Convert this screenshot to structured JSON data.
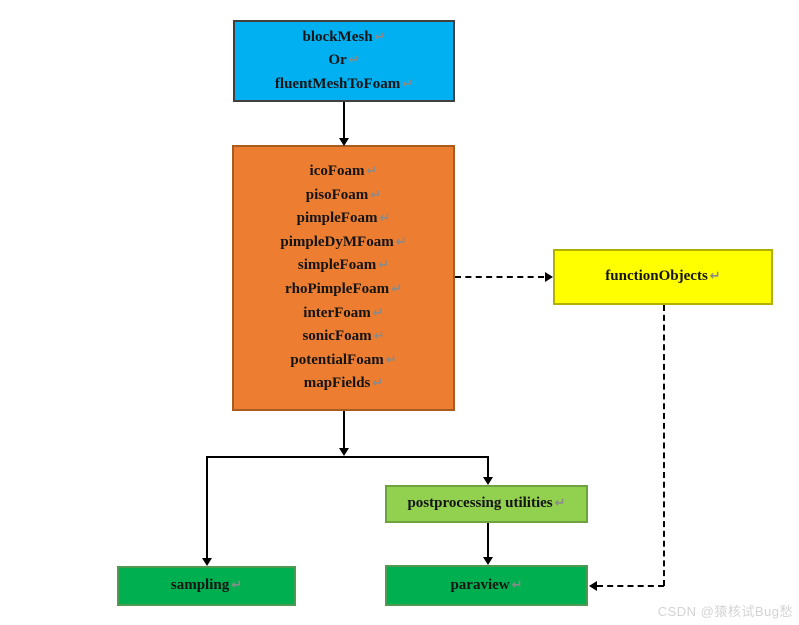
{
  "flowchart": {
    "line_break_mark": "↵",
    "mesh_box": {
      "lines": [
        "blockMesh",
        "Or",
        "fluentMeshToFoam"
      ],
      "fill": "#00b0f0"
    },
    "solver_box": {
      "lines": [
        "icoFoam",
        "pisoFoam",
        "pimpleFoam",
        "pimpleDyMFoam",
        "simpleFoam",
        "rhoPimpleFoam",
        "interFoam",
        "sonicFoam",
        "potentialFoam",
        "mapFields"
      ],
      "fill": "#ed7d31"
    },
    "function_objects_box": {
      "label": "functionObjects",
      "fill": "#ffff00"
    },
    "postprocessing_box": {
      "label": "postprocessing utilities",
      "fill": "#92d050"
    },
    "sampling_box": {
      "label": "sampling",
      "fill": "#00b050"
    },
    "paraview_box": {
      "label": "paraview",
      "fill": "#00b050"
    },
    "connector_color": "#000000"
  },
  "watermark": {
    "text": "CSDN @猿核试Bug愁",
    "color": "#d3d3d3"
  }
}
